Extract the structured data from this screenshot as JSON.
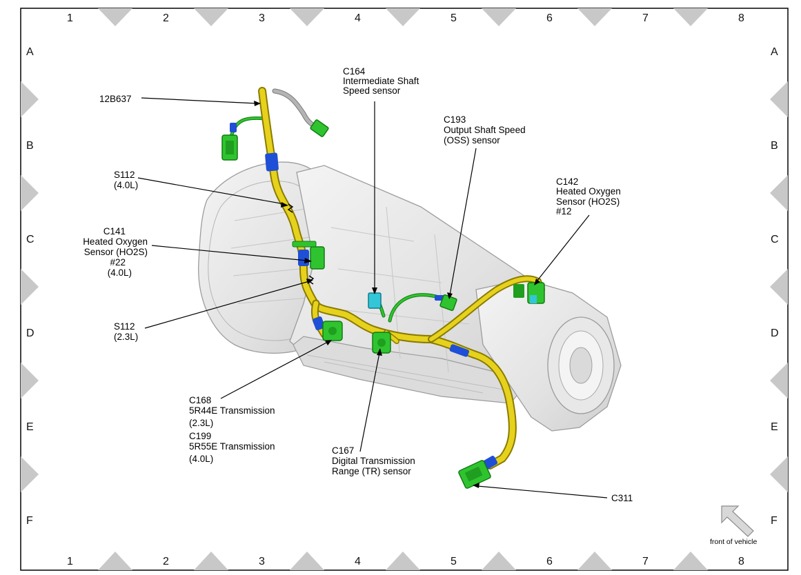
{
  "grid": {
    "columns": [
      "1",
      "2",
      "3",
      "4",
      "5",
      "6",
      "7",
      "8"
    ],
    "rows": [
      "A",
      "B",
      "C",
      "D",
      "E",
      "F"
    ]
  },
  "labels": {
    "c12b637": [
      "12B637"
    ],
    "c164": [
      "C164",
      "Intermediate Shaft",
      "Speed sensor"
    ],
    "c193": [
      "C193",
      "Output Shaft Speed",
      "(OSS) sensor"
    ],
    "c142": [
      "C142",
      "Heated Oxygen",
      "Sensor (HO2S)",
      "#12"
    ],
    "s112_40": [
      "S112",
      "(4.0L)"
    ],
    "c141": [
      "C141",
      "Heated Oxygen",
      "Sensor (HO2S)",
      "#22",
      "(4.0L)"
    ],
    "s112_23": [
      "S112",
      "(2.3L)"
    ],
    "c168": [
      "C168",
      "5R44E Transmission",
      "(2.3L)",
      "C199",
      "5R55E Transmission",
      "(4.0L)"
    ],
    "c167": [
      "C167",
      "Digital Transmission",
      "Range (TR) sensor"
    ],
    "c311": [
      "C311"
    ]
  },
  "front_indicator": {
    "text": "front of vehicle",
    "icon": "arrow-up-left-icon"
  },
  "colors": {
    "harness": "#e6d21c",
    "harness_dark": "#8a7a00",
    "tape": "#1e4fd6",
    "connector": "#2fc42f",
    "connector_dark": "#127a12",
    "sensor_cyan": "#33c6d8",
    "gray_lead": "#9a9a9a",
    "transmission": "#ececec"
  }
}
